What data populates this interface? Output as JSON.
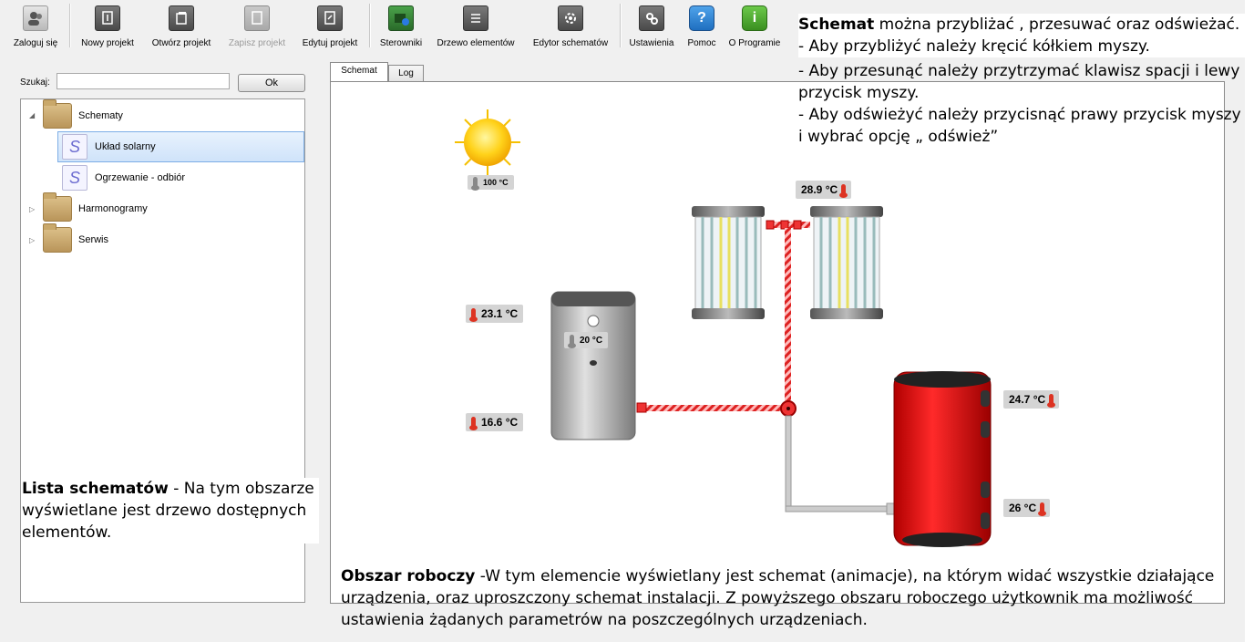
{
  "toolbar": {
    "items": [
      {
        "label": "Zaloguj się",
        "icon": "user-icon"
      },
      {
        "label": "Nowy projekt",
        "icon": "new-project-icon"
      },
      {
        "label": "Otwórz projekt",
        "icon": "open-project-icon"
      },
      {
        "label": "Zapisz projekt",
        "icon": "save-project-icon"
      },
      {
        "label": "Edytuj projekt",
        "icon": "edit-project-icon"
      },
      {
        "label": "Sterowniki",
        "icon": "controllers-icon"
      },
      {
        "label": "Drzewo elementów",
        "icon": "element-tree-icon"
      },
      {
        "label": "Edytor schematów",
        "icon": "schema-editor-icon"
      },
      {
        "label": "Ustawienia",
        "icon": "settings-icon"
      },
      {
        "label": "Pomoc",
        "icon": "help-icon"
      },
      {
        "label": "O Programie",
        "icon": "about-icon"
      }
    ]
  },
  "search": {
    "label": "Szukaj:",
    "value": "",
    "button": "Ok"
  },
  "tree": {
    "schematy": "Schematy",
    "uklad": "Układ solarny",
    "ogrzewanie": "Ogrzewanie - odbiór",
    "harmonogramy": "Harmonogramy",
    "serwis": "Serwis"
  },
  "tabs": {
    "schemat": "Schemat",
    "log": "Log"
  },
  "temps": {
    "sun": "100 °C",
    "collector": "28.9 °C",
    "tank_top": "23.1 °C",
    "tank_mid": "20 °C",
    "tank_bottom": "16.6 °C",
    "red_top": "24.7 °C",
    "red_bottom": "26 °C"
  },
  "annotations": {
    "schemat_bold": "Schemat",
    "schemat_text": " można przybliżać , przesuwać oraz odświeżać.",
    "line1": "- Aby przybliżyć należy kręcić kółkiem myszy.",
    "line2": "- Aby przesunąć należy przytrzymać klawisz spacji i lewy przycisk myszy.",
    "line3": "- Aby odświeżyć należy przycisnąć prawy przycisk myszy i wybrać opcję „ odśwież”",
    "lista_bold": "Lista schematów",
    "lista_text": " - Na tym obszarze wyświetlane jest drzewo dostępnych elementów.",
    "obszar_bold": "Obszar roboczy",
    "obszar_text": " -W tym elemencie wyświetlany jest schemat (animacje), na którym widać wszystkie działające urządzenia, oraz uproszczony schemat instalacji. Z powyższego obszaru roboczego użytkownik ma możliwość ustawienia żądanych parametrów na poszczególnych urządzeniach."
  }
}
